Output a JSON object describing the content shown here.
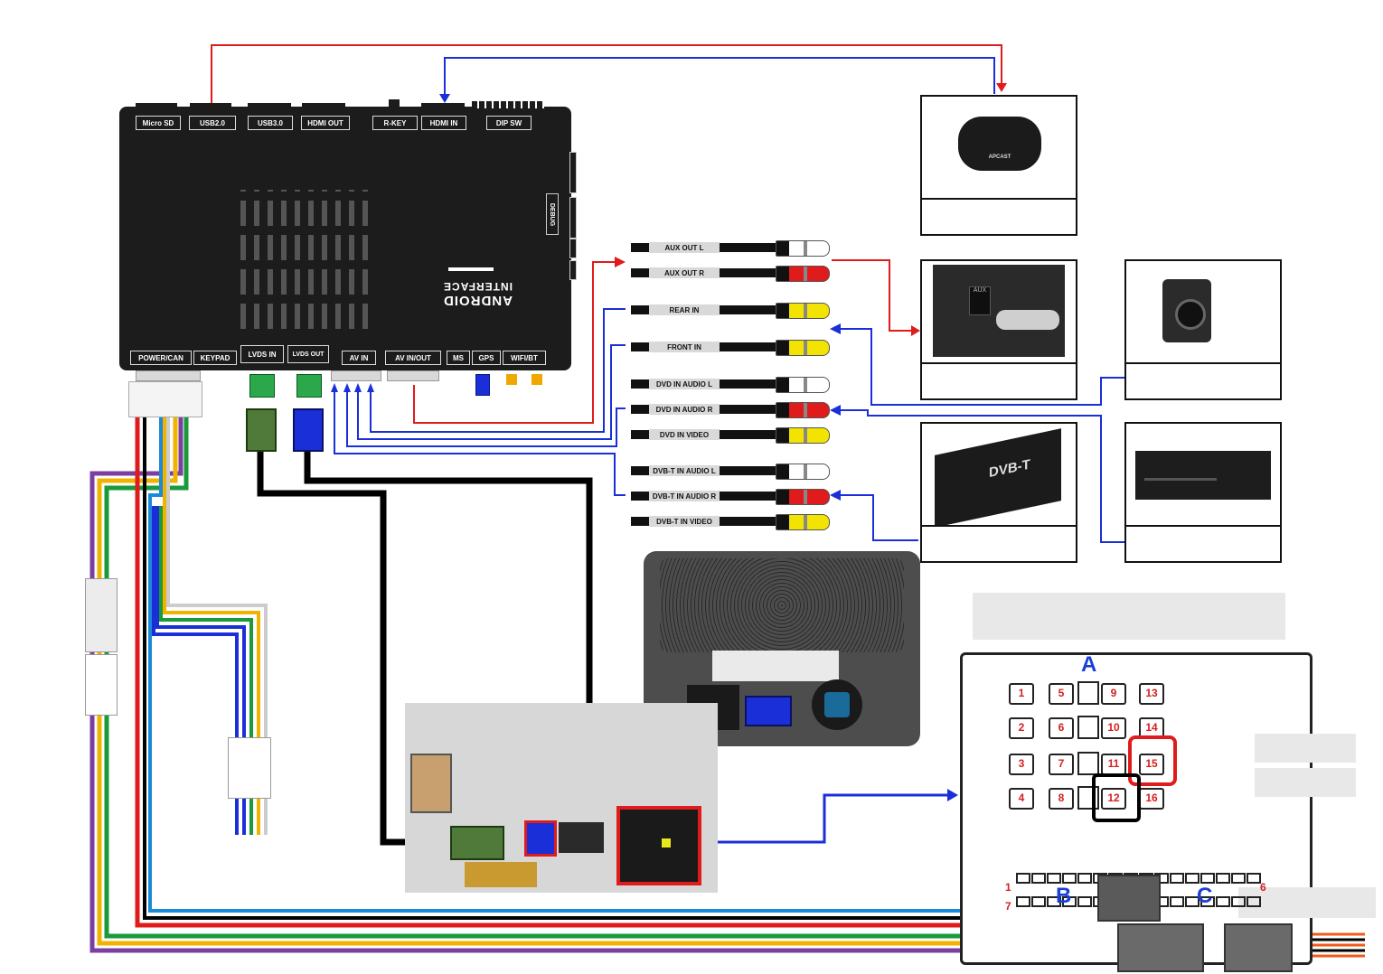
{
  "module": {
    "brand_line1": "ANDROID",
    "brand_line2": "INTERFACE",
    "debug": "DEBUG",
    "top_ports": [
      "Micro SD",
      "USB2.0",
      "USB3.0",
      "HDMI OUT",
      "R-KEY",
      "HDMI IN",
      "DIP SW"
    ],
    "bottom_ports": [
      "POWER/CAN",
      "KEYPAD",
      "LVDS IN",
      "LVDS OUT",
      "AV IN",
      "AV IN/OUT",
      "MS",
      "GPS",
      "WIFI/BT"
    ]
  },
  "rca": {
    "labels": [
      "AUX OUT L",
      "AUX OUT R",
      "REAR IN",
      "FRONT IN",
      "DVD IN AUDIO L",
      "DVD IN AUDIO R",
      "DVD IN VIDEO",
      "DVB-T IN AUDIO L",
      "DVB-T IN AUDIO R",
      "DVB-T IN VIDEO"
    ]
  },
  "devices": {
    "apcast_logo": "APCAST",
    "dvbt_logo": "DVB-T",
    "aux_logo": "AUX"
  },
  "connector": {
    "a_label": "A",
    "b_label": "B",
    "c_label": "C",
    "pins": [
      "1",
      "2",
      "3",
      "4",
      "5",
      "6",
      "7",
      "8",
      "9",
      "10",
      "11",
      "12",
      "13",
      "14",
      "15",
      "16"
    ],
    "row_marks": [
      "1",
      "7",
      "6"
    ]
  },
  "colors": {
    "red_wire": "#e01b1b",
    "blue_wire": "#1a2fd8",
    "black_wire": "#000000",
    "purple_wire": "#7b3fa0",
    "yellow_wire": "#f0b400",
    "green_wire": "#1a9a3a",
    "orange_wire": "#f05a1a"
  }
}
